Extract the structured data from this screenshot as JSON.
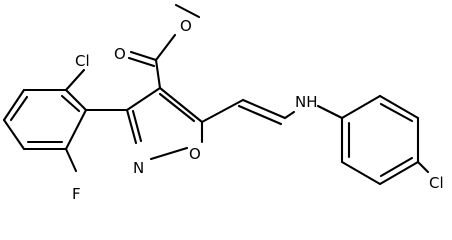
{
  "structure": {
    "atoms": {
      "ester_oxygen": "O",
      "methoxy_oxygen": "O",
      "amine": "NH",
      "chlorine_ortho": "Cl",
      "chlorine_para": "Cl",
      "fluorine": "F",
      "ring_nitrogen": "N",
      "ring_oxygen": "O"
    },
    "colors": {
      "bond": "#000000",
      "label": "#000000",
      "background": "#ffffff"
    }
  }
}
